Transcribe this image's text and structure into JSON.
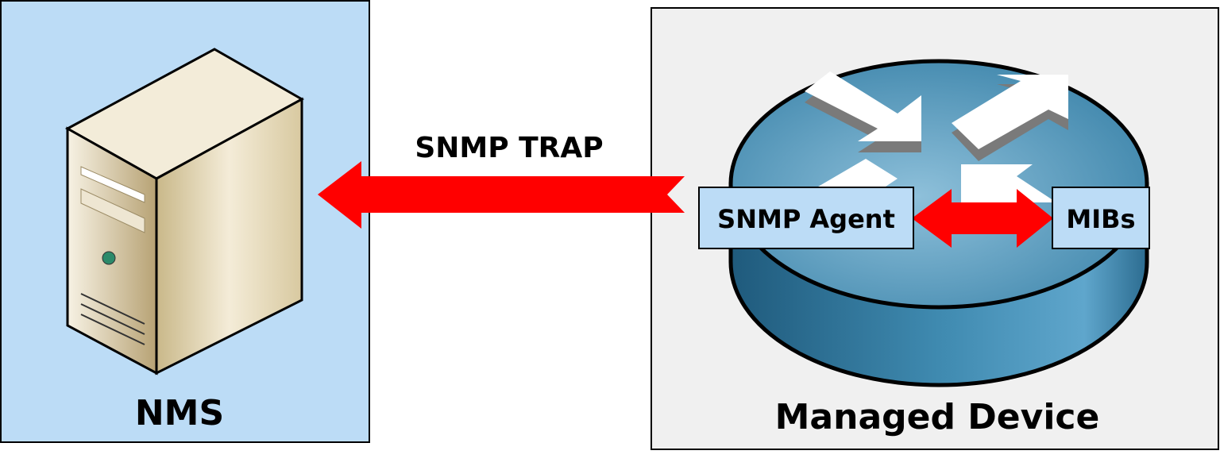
{
  "nms": {
    "label": "NMS",
    "icon": "server-icon"
  },
  "managed_device": {
    "label": "Managed Device",
    "icon": "router-icon"
  },
  "trap_arrow": {
    "label": "SNMP TRAP",
    "direction": "device-to-nms"
  },
  "agent": {
    "label": "SNMP Agent"
  },
  "mibs": {
    "label": "MIBs"
  },
  "colors": {
    "nms_bg": "#bcdcf6",
    "device_bg": "#f0f0f0",
    "arrow": "#ff0000",
    "router": "#3f8ab0",
    "label_box": "#bcdcf6"
  }
}
